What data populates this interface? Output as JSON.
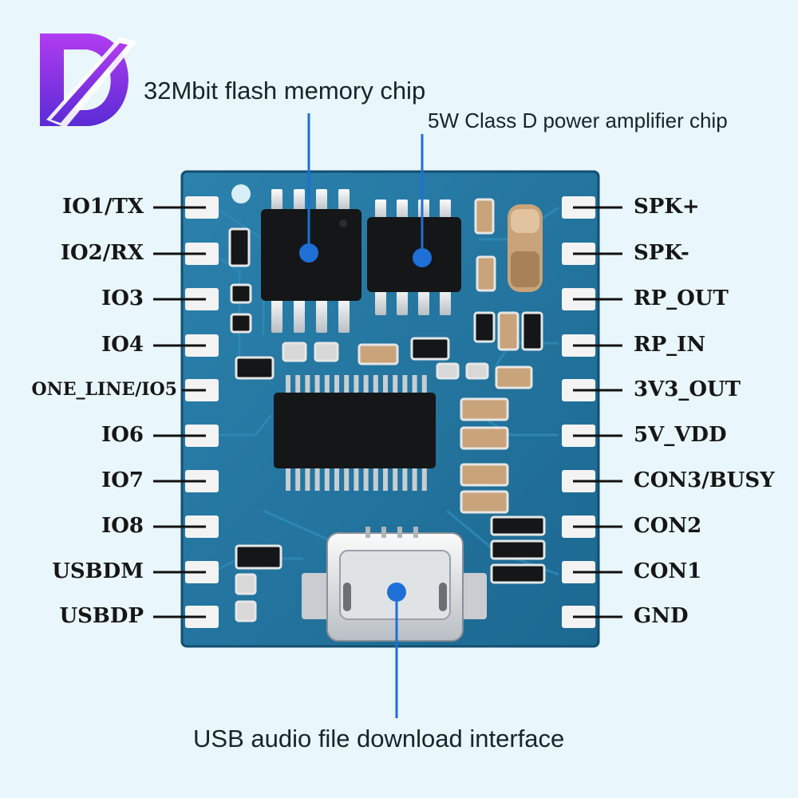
{
  "logo": {
    "letter": "D",
    "name": "brand-logo"
  },
  "callouts": {
    "flash_chip": "32Mbit flash memory chip",
    "amp_chip": "5W Class D power amplifier chip",
    "usb_interface": "USB audio file download interface"
  },
  "pins_left": [
    "IO1/TX",
    "IO2/RX",
    "IO3",
    "IO4",
    "ONE_LINE/IO5",
    "IO6",
    "IO7",
    "IO8",
    "USBDM",
    "USBDP"
  ],
  "pins_right": [
    "SPK+",
    "SPK-",
    "RP_OUT",
    "RP_IN",
    "3V3_OUT",
    "5V_VDD",
    "CON3/BUSY",
    "CON2",
    "CON1",
    "GND"
  ],
  "colors": {
    "pcb": "#1f6e97",
    "pcb_dark": "#165a80",
    "pad": "#f3f3f3",
    "chip": "#141618",
    "callout_line": "#1e6fd6",
    "logo_gradient_top": "#b13cf0",
    "logo_gradient_bottom": "#5b2bd6"
  }
}
